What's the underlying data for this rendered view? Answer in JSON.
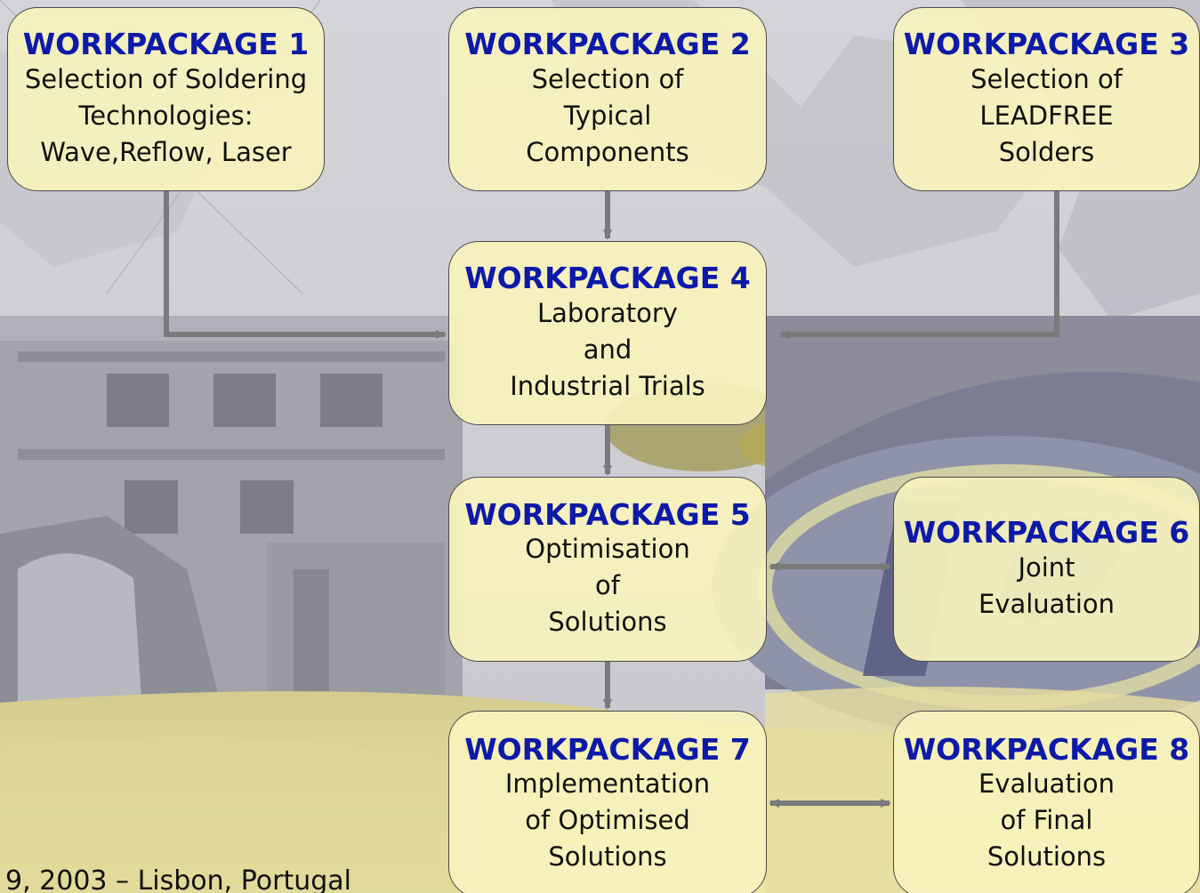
{
  "workpackages": [
    {
      "title": "WORKPACKAGE 1",
      "text": "Selection of Soldering\nTechnologies:\nWave,Reflow, Laser"
    },
    {
      "title": "WORKPACKAGE 2",
      "text": "Selection of\nTypical\nComponents"
    },
    {
      "title": "WORKPACKAGE 3",
      "text": "Selection of\nLEADFREE\nSolders"
    },
    {
      "title": "WORKPACKAGE 4",
      "text": "Laboratory\nand\nIndustrial Trials"
    },
    {
      "title": "WORKPACKAGE 5",
      "text": "Optimisation\nof\nSolutions"
    },
    {
      "title": "WORKPACKAGE 6",
      "text": "Joint\nEvaluation"
    },
    {
      "title": "WORKPACKAGE 7",
      "text": "Implementation\nof Optimised\nSolutions"
    },
    {
      "title": "WORKPACKAGE 8",
      "text": "Evaluation\nof Final\nSolutions"
    }
  ],
  "connections": [
    {
      "from": "WORKPACKAGE 1",
      "to": "WORKPACKAGE 4",
      "type": "one-way"
    },
    {
      "from": "WORKPACKAGE 2",
      "to": "WORKPACKAGE 4",
      "type": "one-way"
    },
    {
      "from": "WORKPACKAGE 3",
      "to": "WORKPACKAGE 4",
      "type": "one-way"
    },
    {
      "from": "WORKPACKAGE 4",
      "to": "WORKPACKAGE 5",
      "type": "one-way"
    },
    {
      "from": "WORKPACKAGE 5",
      "to": "WORKPACKAGE 6",
      "type": "two-way"
    },
    {
      "from": "WORKPACKAGE 5",
      "to": "WORKPACKAGE 7",
      "type": "one-way"
    },
    {
      "from": "WORKPACKAGE 7",
      "to": "WORKPACKAGE 8",
      "type": "two-way"
    }
  ],
  "footer": {
    "text": "9, 2003 – Lisbon, Portugal"
  },
  "colors": {
    "title": "#0d1aa8",
    "box_fill": "#f7f2bc",
    "box_border": "#4a4a4a",
    "arrow": "#7a7a7a"
  }
}
